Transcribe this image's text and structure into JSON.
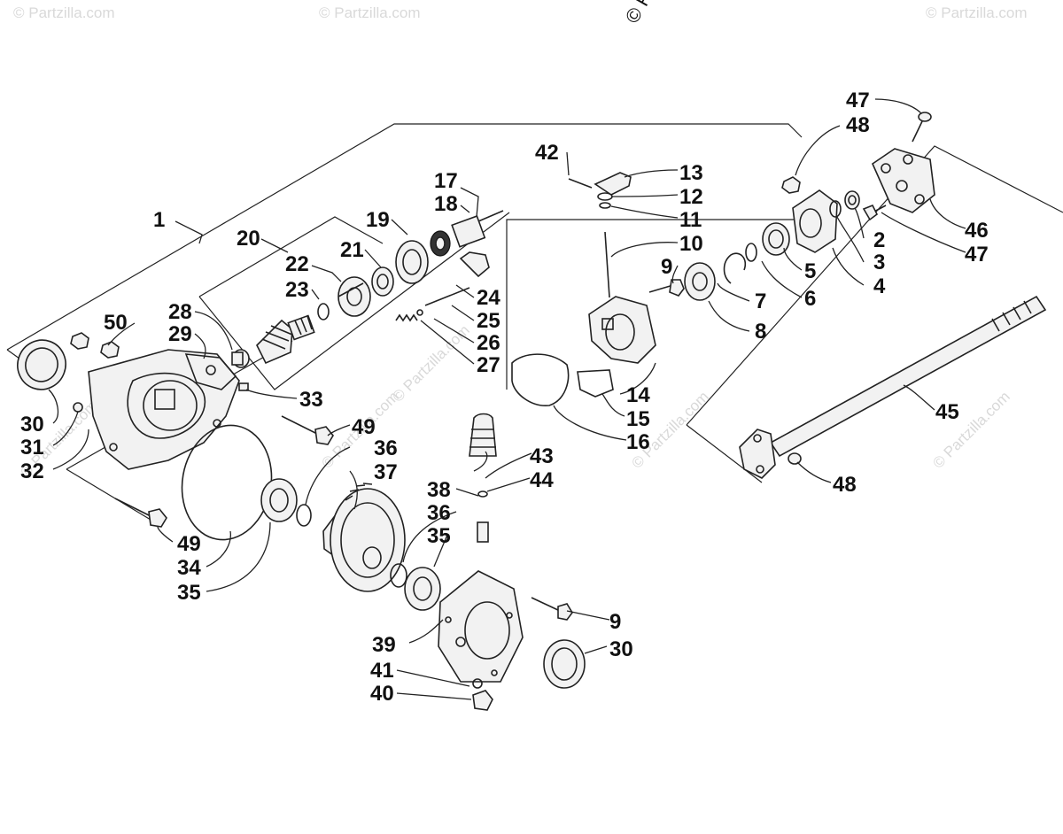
{
  "watermarks": {
    "brand": "© Partzilla.com",
    "top_mark": "© P"
  },
  "callouts": [
    {
      "id": "c1",
      "text": "1"
    },
    {
      "id": "c2",
      "text": "2"
    },
    {
      "id": "c3",
      "text": "3"
    },
    {
      "id": "c4",
      "text": "4"
    },
    {
      "id": "c5",
      "text": "5"
    },
    {
      "id": "c6",
      "text": "6"
    },
    {
      "id": "c7",
      "text": "7"
    },
    {
      "id": "c8",
      "text": "8"
    },
    {
      "id": "c9a",
      "text": "9"
    },
    {
      "id": "c9b",
      "text": "9"
    },
    {
      "id": "c10",
      "text": "10"
    },
    {
      "id": "c11",
      "text": "11"
    },
    {
      "id": "c12",
      "text": "12"
    },
    {
      "id": "c13",
      "text": "13"
    },
    {
      "id": "c14",
      "text": "14"
    },
    {
      "id": "c15",
      "text": "15"
    },
    {
      "id": "c16",
      "text": "16"
    },
    {
      "id": "c17",
      "text": "17"
    },
    {
      "id": "c18",
      "text": "18"
    },
    {
      "id": "c19",
      "text": "19"
    },
    {
      "id": "c20",
      "text": "20"
    },
    {
      "id": "c21",
      "text": "21"
    },
    {
      "id": "c22",
      "text": "22"
    },
    {
      "id": "c23",
      "text": "23"
    },
    {
      "id": "c24",
      "text": "24"
    },
    {
      "id": "c25",
      "text": "25"
    },
    {
      "id": "c26",
      "text": "26"
    },
    {
      "id": "c27",
      "text": "27"
    },
    {
      "id": "c28",
      "text": "28"
    },
    {
      "id": "c29",
      "text": "29"
    },
    {
      "id": "c30a",
      "text": "30"
    },
    {
      "id": "c30b",
      "text": "30"
    },
    {
      "id": "c31",
      "text": "31"
    },
    {
      "id": "c32",
      "text": "32"
    },
    {
      "id": "c33",
      "text": "33"
    },
    {
      "id": "c34",
      "text": "34"
    },
    {
      "id": "c35a",
      "text": "35"
    },
    {
      "id": "c35b",
      "text": "35"
    },
    {
      "id": "c36a",
      "text": "36"
    },
    {
      "id": "c36b",
      "text": "36"
    },
    {
      "id": "c37",
      "text": "37"
    },
    {
      "id": "c38",
      "text": "38"
    },
    {
      "id": "c39",
      "text": "39"
    },
    {
      "id": "c40",
      "text": "40"
    },
    {
      "id": "c41",
      "text": "41"
    },
    {
      "id": "c42",
      "text": "42"
    },
    {
      "id": "c43",
      "text": "43"
    },
    {
      "id": "c44",
      "text": "44"
    },
    {
      "id": "c45",
      "text": "45"
    },
    {
      "id": "c46",
      "text": "46"
    },
    {
      "id": "c47a",
      "text": "47"
    },
    {
      "id": "c47b",
      "text": "47"
    },
    {
      "id": "c48a",
      "text": "48"
    },
    {
      "id": "c48b",
      "text": "48"
    },
    {
      "id": "c49a",
      "text": "49"
    },
    {
      "id": "c49b",
      "text": "49"
    },
    {
      "id": "c50",
      "text": "50"
    }
  ]
}
